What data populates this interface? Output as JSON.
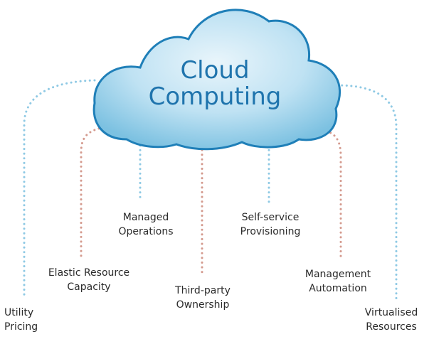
{
  "cloud": {
    "line1": "Cloud",
    "line2": "Computing"
  },
  "features": [
    {
      "line1": "Utility",
      "line2": "Pricing"
    },
    {
      "line1": "Elastic Resource",
      "line2": "Capacity"
    },
    {
      "line1": "Managed",
      "line2": "Operations"
    },
    {
      "line1": "Third-party",
      "line2": "Ownership"
    },
    {
      "line1": "Self-service",
      "line2": "Provisioning"
    },
    {
      "line1": "Management",
      "line2": "Automation"
    },
    {
      "line1": "Virtualised",
      "line2": "Resources"
    }
  ],
  "colors": {
    "cloud_fill_light": "#e9f5fb",
    "cloud_fill_mid": "#bfe2f3",
    "cloud_fill_dark": "#7cc1e1",
    "cloud_stroke": "#1f7fb8",
    "cloud_text": "#1f74ad",
    "blue_dots": "#8ec9e4",
    "red_dots": "#d49a8e"
  }
}
